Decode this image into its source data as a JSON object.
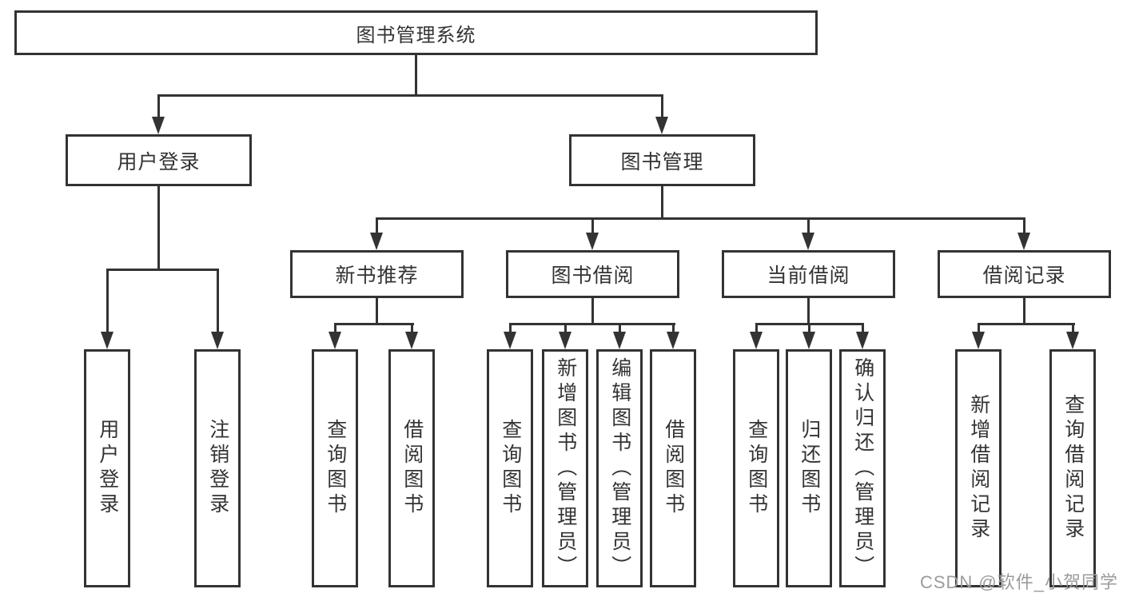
{
  "diagram": {
    "type": "hierarchy-tree",
    "nodes": {
      "root": "图书管理系统",
      "user_login": "用户登录",
      "book_mgmt": "图书管理",
      "new_book_rec": "新书推荐",
      "book_borrow": "图书借阅",
      "current_borrow": "当前借阅",
      "borrow_records": "借阅记录",
      "ul_user_login": "用户登录",
      "ul_logout": "注销登录",
      "nb_query_books": "查询图书",
      "nb_borrow_books": "借阅图书",
      "bb_query_books": "查询图书",
      "bb_add_books": "新增图书（管理员）",
      "bb_edit_books": "编辑图书（管理员）",
      "bb_borrow_books": "借阅图书",
      "cb_query_books": "查询图书",
      "cb_return_books": "归还图书",
      "cb_confirm_return": "确认归还（管理员）",
      "br_add_record": "新增借阅记录",
      "br_query_record": "查询借阅记录"
    },
    "edges": [
      [
        "root",
        "user_login"
      ],
      [
        "root",
        "book_mgmt"
      ],
      [
        "user_login",
        "ul_user_login"
      ],
      [
        "user_login",
        "ul_logout"
      ],
      [
        "book_mgmt",
        "new_book_rec"
      ],
      [
        "book_mgmt",
        "book_borrow"
      ],
      [
        "book_mgmt",
        "current_borrow"
      ],
      [
        "book_mgmt",
        "borrow_records"
      ],
      [
        "new_book_rec",
        "nb_query_books"
      ],
      [
        "new_book_rec",
        "nb_borrow_books"
      ],
      [
        "book_borrow",
        "bb_query_books"
      ],
      [
        "book_borrow",
        "bb_add_books"
      ],
      [
        "book_borrow",
        "bb_edit_books"
      ],
      [
        "book_borrow",
        "bb_borrow_books"
      ],
      [
        "current_borrow",
        "cb_query_books"
      ],
      [
        "current_borrow",
        "cb_return_books"
      ],
      [
        "current_borrow",
        "cb_confirm_return"
      ],
      [
        "borrow_records",
        "br_add_record"
      ],
      [
        "borrow_records",
        "br_query_record"
      ]
    ],
    "colors": {
      "line": "#333333",
      "text": "#333333",
      "background": "#ffffff",
      "watermark": "#9b9b9b"
    }
  },
  "watermark": "CSDN @软件_小贺同学"
}
